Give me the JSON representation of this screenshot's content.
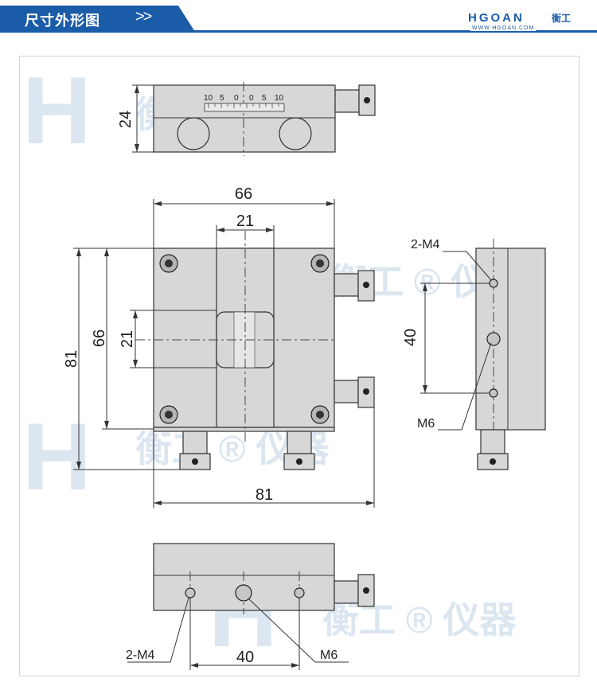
{
  "header": {
    "title": "尺寸外形图",
    "arrows": ">>",
    "logo": "HGOAN",
    "logo_cn": "衡工",
    "url": "WWW.HGOAN.COM"
  },
  "watermark": {
    "letter": "H",
    "text": "衡工 ® 仪器"
  },
  "scale_labels": [
    "10",
    "5",
    "0",
    "0",
    "5",
    "10"
  ],
  "dimensions": {
    "top_height": "24",
    "width_66": "66",
    "width_21": "21",
    "height_66": "66",
    "height_21": "21",
    "height_81": "81",
    "width_81": "81",
    "side_40": "40",
    "bottom_40": "40"
  },
  "labels": {
    "side_hole_small": "2-M4",
    "side_hole_large": "M6",
    "bottom_hole_small": "2-M4",
    "bottom_hole_large": "M6"
  }
}
